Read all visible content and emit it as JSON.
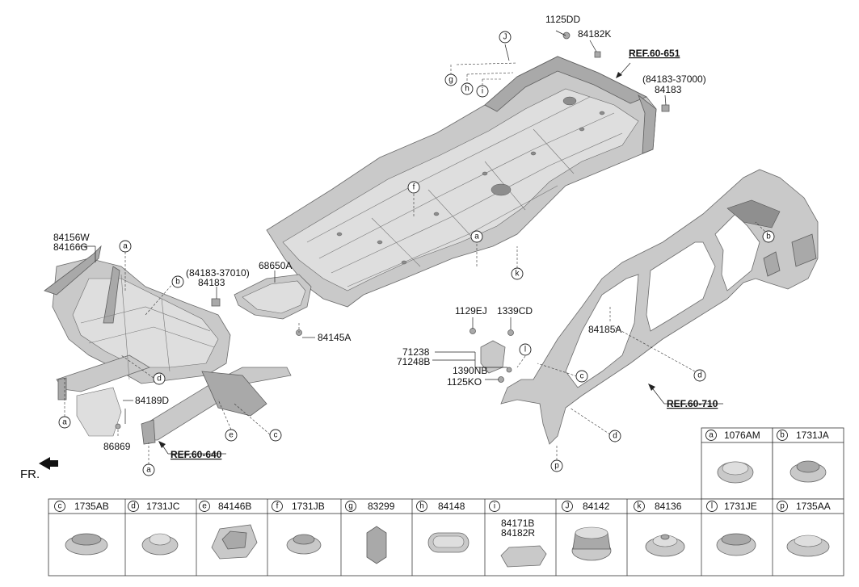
{
  "callouts": {
    "c1125dd": "1125DD",
    "c84182k": "84182K",
    "ref651": "REF.60-651",
    "c84183_37000": "(84183-37000)",
    "c84183_r": "84183",
    "c84156w": "84156W",
    "c84166g": "84166G",
    "c84183_37010": "(84183-37010)",
    "c84183_l": "84183",
    "c68650a": "68650A",
    "c84145a": "84145A",
    "c84189d": "84189D",
    "c86869": "86869",
    "ref640": "REF.60-640",
    "c1129ej": "1129EJ",
    "c1339cd": "1339CD",
    "c71238": "71238",
    "c71248b": "71248B",
    "c1390nb": "1390NB",
    "c1125ko": "1125KO",
    "c84185a": "84185A",
    "ref710": "REF.60-710",
    "fr": "FR."
  },
  "letters": {
    "J": "J",
    "g": "g",
    "h": "h",
    "i": "i",
    "f": "f",
    "a": "a",
    "k": "k",
    "b": "b",
    "c": "c",
    "d": "d",
    "e": "e",
    "l": "l",
    "p": "p"
  },
  "legend_top": [
    {
      "letter": "a",
      "part": "1076AM"
    },
    {
      "letter": "b",
      "part": "1731JA"
    }
  ],
  "legend_bottom": [
    {
      "letter": "c",
      "part": "1735AB"
    },
    {
      "letter": "d",
      "part": "1731JC"
    },
    {
      "letter": "e",
      "part": "84146B"
    },
    {
      "letter": "f",
      "part": "1731JB"
    },
    {
      "letter": "g",
      "part": "83299"
    },
    {
      "letter": "h",
      "part": "84148"
    },
    {
      "letter": "i",
      "part": "",
      "part_line1": "84171B",
      "part_line2": "84182R"
    },
    {
      "letter": "J",
      "part": "84142"
    },
    {
      "letter": "k",
      "part": "84136"
    },
    {
      "letter": "l",
      "part": "1731JE"
    },
    {
      "letter": "p",
      "part": "1735AA"
    }
  ]
}
